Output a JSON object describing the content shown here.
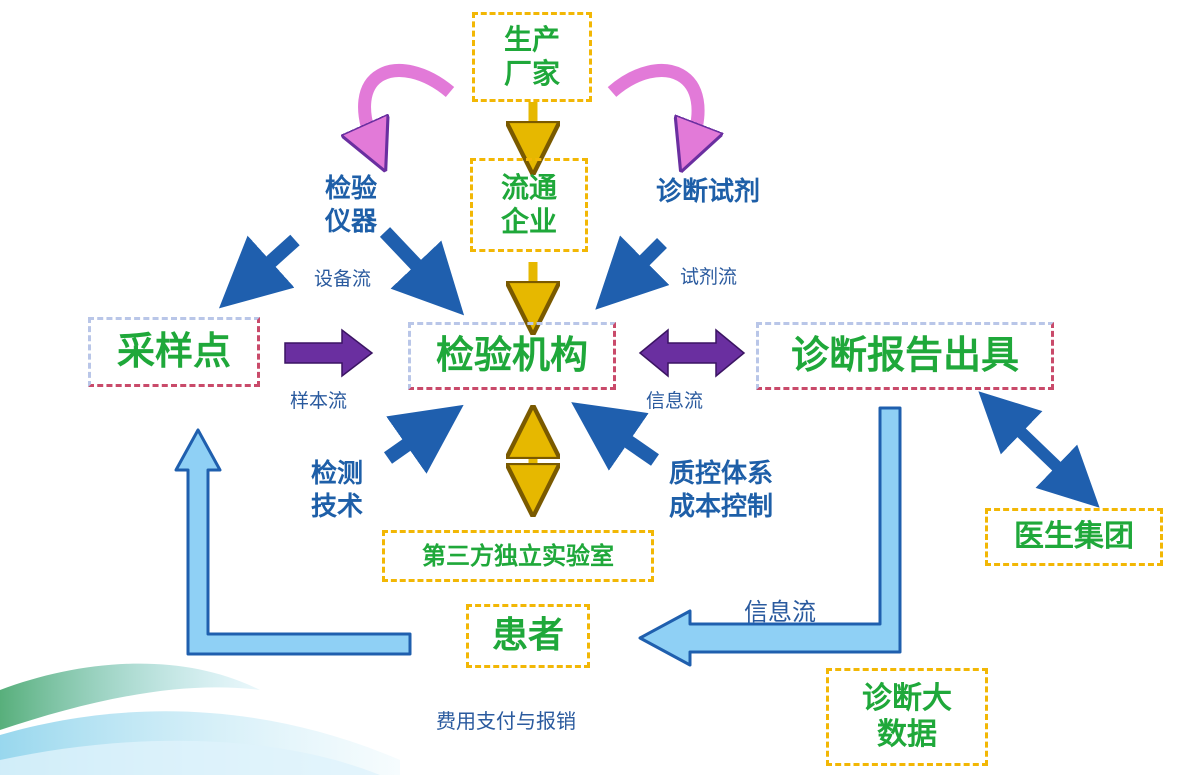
{
  "nodes": {
    "manufacturer": [
      "生产",
      "厂家"
    ],
    "distributor": [
      "流通",
      "企业"
    ],
    "sampling_point": "采样点",
    "testing_institution": "检验机构",
    "diagnostic_report": "诊断报告出具",
    "third_party_lab": "第三方独立实验室",
    "patient": "患者",
    "doctor_group": "医生集团",
    "diagnostic_big_data": [
      "诊断大",
      "数据"
    ]
  },
  "labels": {
    "instrument": [
      "检验",
      "仪器"
    ],
    "reagent": "诊断试剂",
    "equipment_flow": "设备流",
    "reagent_flow": "试剂流",
    "sample_flow": "样本流",
    "info_flow_top": "信息流",
    "testing_tech": [
      "检测",
      "技术"
    ],
    "qc_cost": [
      "质控体系",
      "成本控制"
    ],
    "info_flow_bottom": "信息流",
    "payment": "费用支付与报销"
  },
  "colors": {
    "green_text": "#1fa83a",
    "blue_text": "#1e5fa8",
    "yellow_border": "#f2b705",
    "blue_arrow": "#1f5fae",
    "light_blue_arrow": "#8fd0f5",
    "purple_arrow": "#6a2fa0",
    "pink_arrow": "#e27ad8",
    "gold_arrow": "#e6b800"
  }
}
